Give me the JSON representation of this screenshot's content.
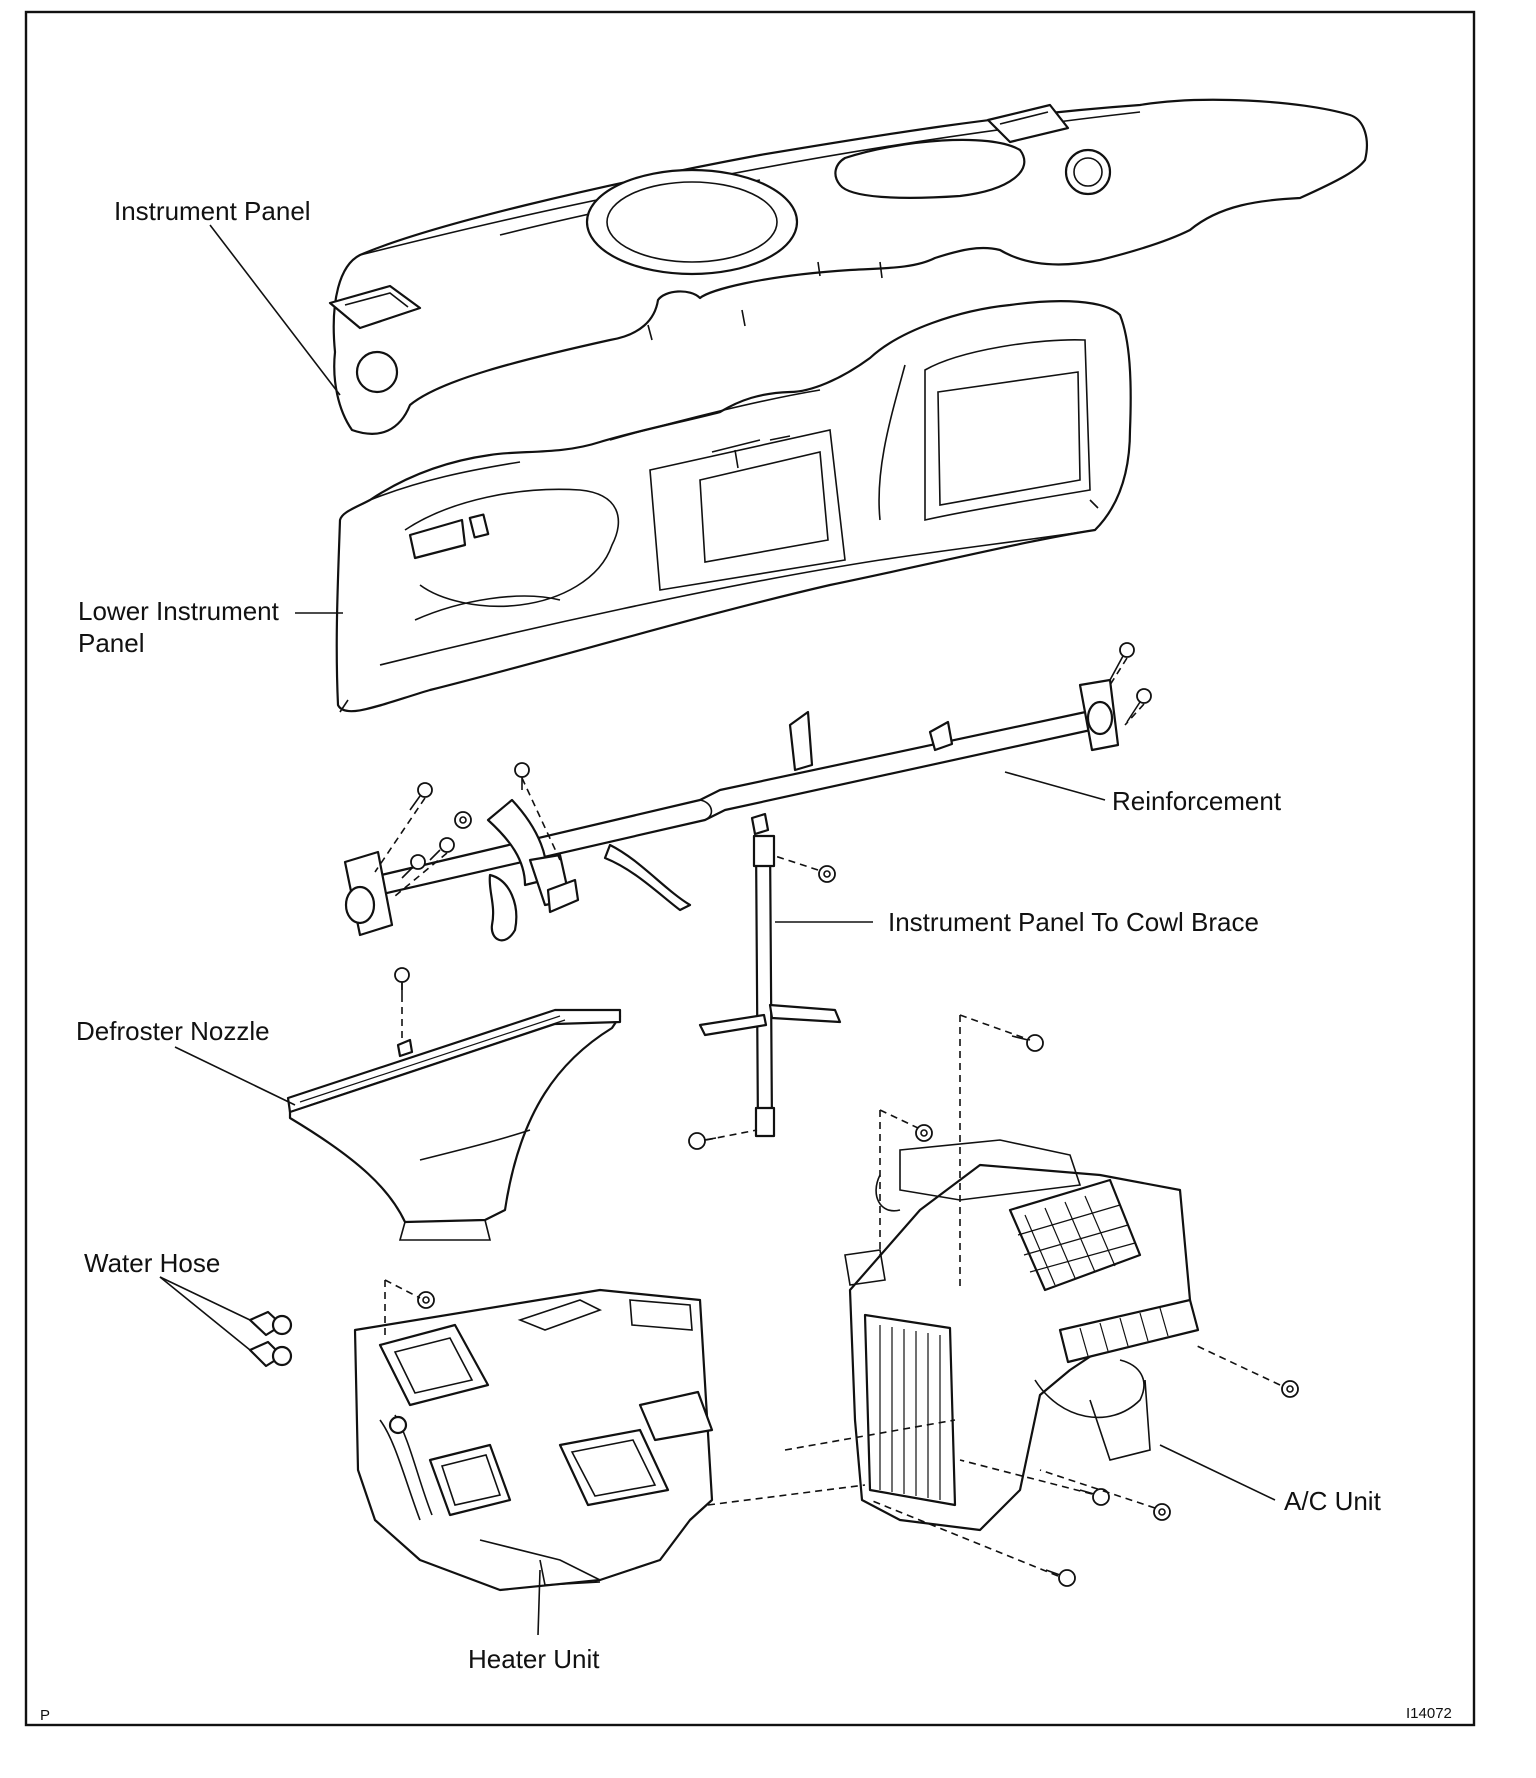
{
  "labels": {
    "instrument_panel": "Instrument Panel",
    "lower_instrument_panel_line1": "Lower Instrument",
    "lower_instrument_panel_line2": "Panel",
    "reinforcement": "Reinforcement",
    "cowl_brace": "Instrument Panel To Cowl Brace",
    "defroster_nozzle": "Defroster Nozzle",
    "water_hose": "Water Hose",
    "heater_unit": "Heater Unit",
    "ac_unit": "A/C Unit"
  },
  "corner": {
    "left_mark": "P",
    "figure_number": "I14072"
  }
}
